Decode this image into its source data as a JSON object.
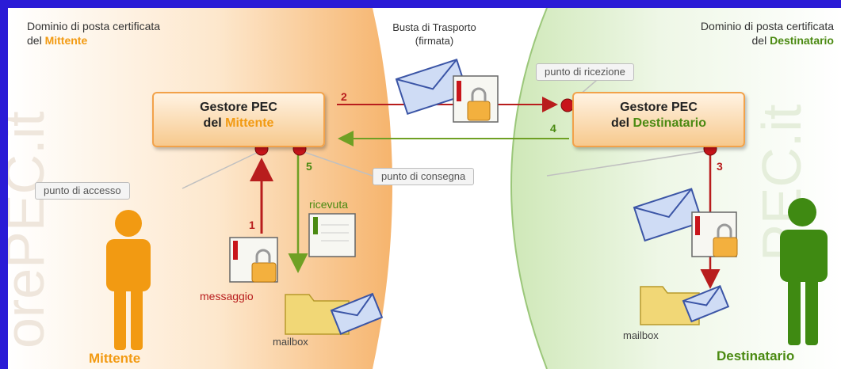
{
  "sender_domain": {
    "line1": "Dominio di posta certificata",
    "line2_prefix": "del ",
    "line2_highlight": "Mittente"
  },
  "recipient_domain": {
    "line1": "Dominio di posta certificata",
    "line2_prefix": "del ",
    "line2_highlight": "Destinatario"
  },
  "transport": {
    "line1": "Busta di Trasporto",
    "line2": "(firmata)"
  },
  "sender_server": {
    "line1": "Gestore PEC",
    "line2_prefix": "del ",
    "line2_highlight": "Mittente"
  },
  "recipient_server": {
    "line1": "Gestore PEC",
    "line2_prefix": "del ",
    "line2_highlight": "Destinatario"
  },
  "points": {
    "access": "punto di accesso",
    "delivery": "punto di consegna",
    "reception": "punto di ricezione"
  },
  "steps": [
    "1",
    "2",
    "3",
    "4",
    "5"
  ],
  "labels": {
    "receipt": "ricevuta",
    "message": "messaggio",
    "mailbox_sender": "mailbox",
    "mailbox_recipient": "mailbox",
    "sender_person": "Mittente",
    "recipient_person": "Destinatario"
  },
  "colors": {
    "background": "#2a1bd6",
    "sender_accent": "#f29a12",
    "recipient_accent": "#4b8a12",
    "red_arrow": "#b81d1d",
    "green_arrow": "#6fa024"
  }
}
